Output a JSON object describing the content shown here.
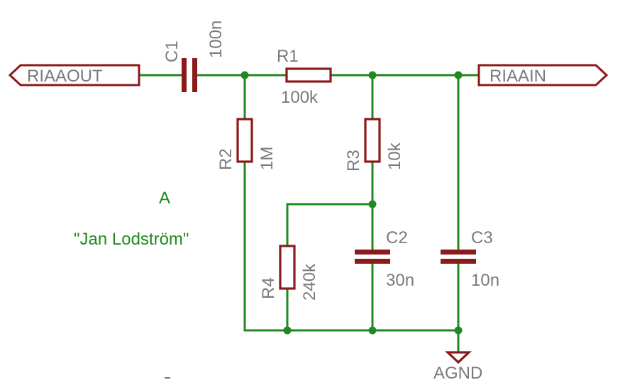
{
  "ports": {
    "output_label": "RIAAOUT",
    "input_label": "RIAAIN"
  },
  "components": {
    "c1": {
      "name": "C1",
      "value": "100n"
    },
    "r1": {
      "name": "R1",
      "value": "100k"
    },
    "r2": {
      "name": "R2",
      "value": "1M"
    },
    "r3": {
      "name": "R3",
      "value": "10k"
    },
    "r4": {
      "name": "R4",
      "value": "240k"
    },
    "c2": {
      "name": "C2",
      "value": "30n"
    },
    "c3": {
      "name": "C3",
      "value": "10n"
    }
  },
  "ground": {
    "label": "AGND"
  },
  "notes": {
    "variant": "A",
    "author": "\"Jan Lodström\""
  },
  "colors": {
    "wire": "#1f8a1f",
    "component": "#8b1a1a",
    "label": "#7a7a7a"
  }
}
